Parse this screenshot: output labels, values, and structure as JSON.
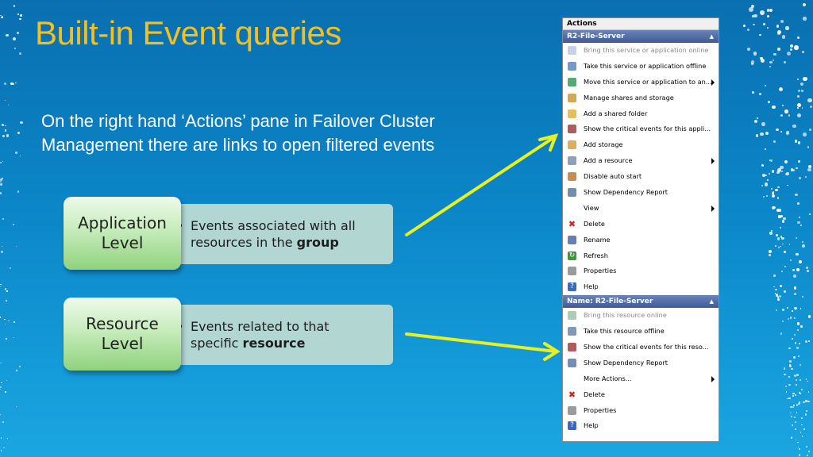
{
  "slide": {
    "title": "Built-in Event queries",
    "intro_line1": "On the right hand ‘Actions’ pane in Failover Cluster",
    "intro_line2": "Management there are links to open filtered events"
  },
  "levels": [
    {
      "name_line1": "Application",
      "name_line2": "Level",
      "bullet": "•",
      "line1": "Events associated with all",
      "line2_prefix": "resources in the ",
      "line2_bold": "group"
    },
    {
      "name_line1": "Resource",
      "name_line2": "Level",
      "bullet": "•",
      "line1": "Events related to that",
      "line2_prefix": "specific ",
      "line2_bold": "resource"
    }
  ],
  "actions_pane": {
    "title": "Actions",
    "sections": [
      {
        "header": "R2-File-Server",
        "items": [
          {
            "label": "Bring this service or application online",
            "icon": "service-online-icon",
            "disabled": true
          },
          {
            "label": "Take this service or application offline",
            "icon": "service-offline-icon"
          },
          {
            "label": "Move this service or application to an...",
            "icon": "move-icon",
            "submenu": true
          },
          {
            "label": "Manage shares and storage",
            "icon": "shares-icon"
          },
          {
            "label": "Add a shared folder",
            "icon": "folder-icon"
          },
          {
            "label": "Show the critical events for this appli...",
            "icon": "events-icon"
          },
          {
            "label": "Add storage",
            "icon": "storage-icon"
          },
          {
            "label": "Add a resource",
            "icon": "resource-icon",
            "submenu": true
          },
          {
            "label": "Disable auto start",
            "icon": "autostart-icon"
          },
          {
            "label": "Show Dependency Report",
            "icon": "report-icon"
          },
          {
            "label": "View",
            "icon": "",
            "submenu": true
          },
          {
            "label": "Delete",
            "icon": "delete-icon"
          },
          {
            "label": "Rename",
            "icon": "rename-icon"
          },
          {
            "label": "Refresh",
            "icon": "refresh-icon"
          },
          {
            "label": "Properties",
            "icon": "properties-icon"
          },
          {
            "label": "Help",
            "icon": "help-icon"
          }
        ]
      },
      {
        "header": "Name: R2-File-Server",
        "items": [
          {
            "label": "Bring this resource online",
            "icon": "resource-online-icon",
            "disabled": true
          },
          {
            "label": "Take this resource offline",
            "icon": "resource-offline-icon"
          },
          {
            "label": "Show the critical events for this reso...",
            "icon": "events-icon"
          },
          {
            "label": "Show Dependency Report",
            "icon": "report-icon"
          },
          {
            "label": "More Actions...",
            "icon": "",
            "submenu": true
          },
          {
            "label": "Delete",
            "icon": "delete-icon"
          },
          {
            "label": "Properties",
            "icon": "properties-icon"
          },
          {
            "label": "Help",
            "icon": "help-icon"
          }
        ]
      }
    ]
  },
  "colors": {
    "title": "#f4c020",
    "arrow": "#e8f020",
    "section_header": "#3f5a96"
  }
}
